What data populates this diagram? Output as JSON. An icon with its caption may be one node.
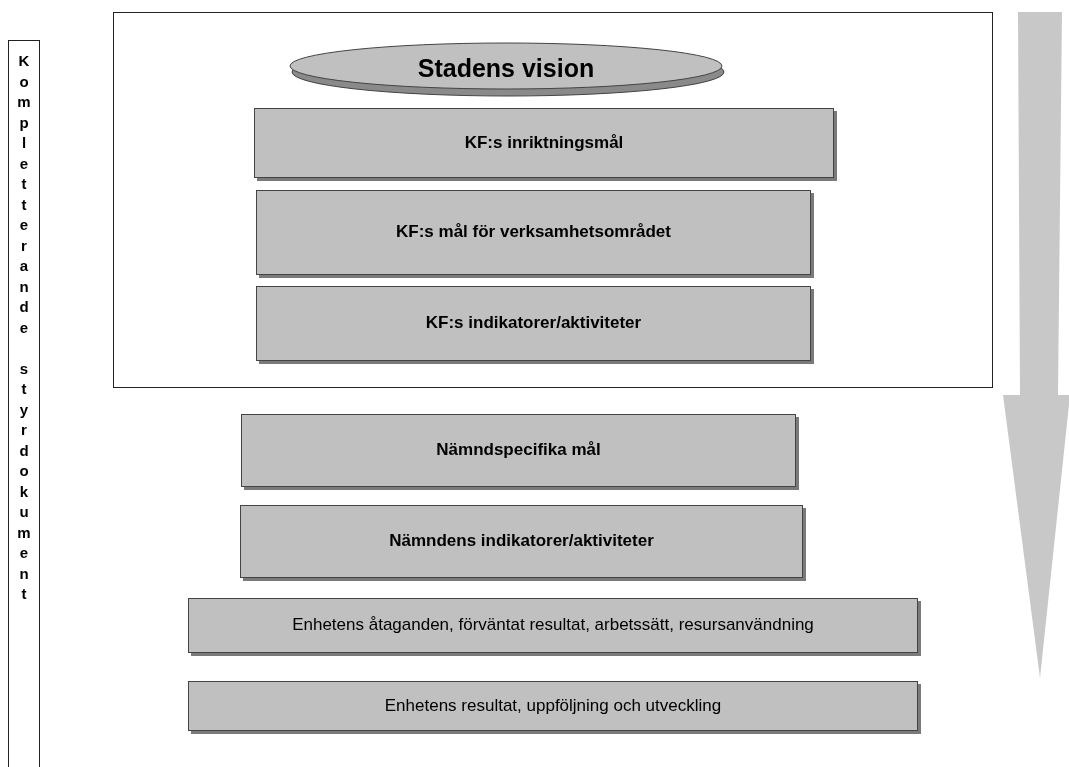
{
  "diagram": {
    "nodes": [
      {
        "text": [
          "Kompletterande styrdokument"
        ]
      },
      {
        "text": [],
        "shape": "box"
      },
      {
        "text": [
          "Stadens vision"
        ],
        "in": 1
      },
      {
        "text": [
          "KF:s inriktningsmål"
        ],
        "in": 1
      },
      {
        "text": [
          "KF:s mål för verksamhetsområdet"
        ],
        "in": 1
      },
      {
        "text": [
          "KF:s indikatorer/aktiviteter"
        ],
        "in": 1
      },
      {
        "text": [
          "Nämndspecifika mål"
        ]
      },
      {
        "text": [
          "Nämndens indikatorer/aktiviteter"
        ]
      },
      {
        "text": [
          "Enhetens åtaganden, förväntat resultat, arbetssätt, resursanvändning"
        ]
      },
      {
        "text": [
          "Enhetens resultat, uppföljning och utveckling"
        ]
      }
    ],
    "edges": []
  }
}
